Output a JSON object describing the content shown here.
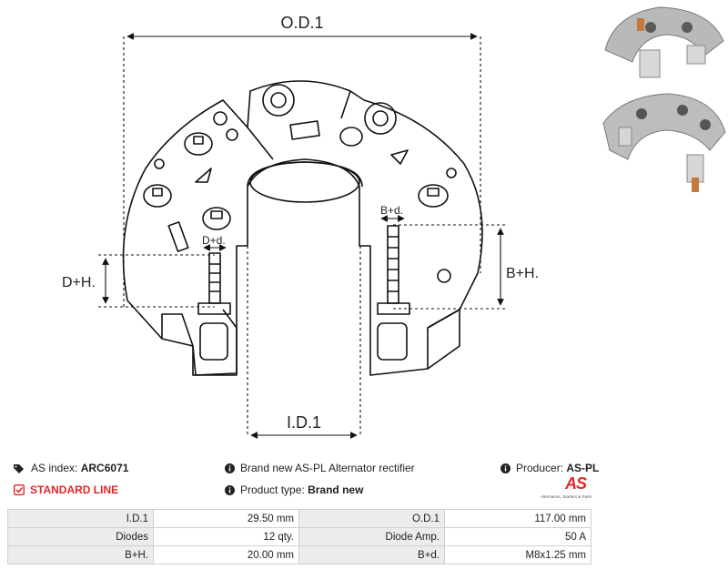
{
  "drawing": {
    "od_label": "O.D.1",
    "id_label": "I.D.1",
    "dh_label": "D+H.",
    "bh_label": "B+H.",
    "dd_label": "D+d.",
    "bd_label": "B+d."
  },
  "info": {
    "as_index_label": "AS index:",
    "as_index_value": "ARC6071",
    "standard_line": "STANDARD LINE",
    "description": "Brand new AS-PL Alternator rectifier",
    "product_type_label": "Product type:",
    "product_type_value": "Brand new",
    "producer_label": "Producer:",
    "producer_value": "AS-PL"
  },
  "logo": {
    "mark": "AS",
    "tagline": "Alternators, Starters & Parts"
  },
  "colors": {
    "accent_red": "#e3262a",
    "label_bg": "#ececec",
    "border": "#cfcfcf"
  },
  "specs": [
    {
      "label1": "I.D.1",
      "value1": "29.50 mm",
      "label2": "O.D.1",
      "value2": "117.00 mm"
    },
    {
      "label1": "Diodes",
      "value1": "12 qty.",
      "label2": "Diode Amp.",
      "value2": "50 A"
    },
    {
      "label1": "B+H.",
      "value1": "20.00 mm",
      "label2": "B+d.",
      "value2": "M8x1.25 mm"
    }
  ]
}
